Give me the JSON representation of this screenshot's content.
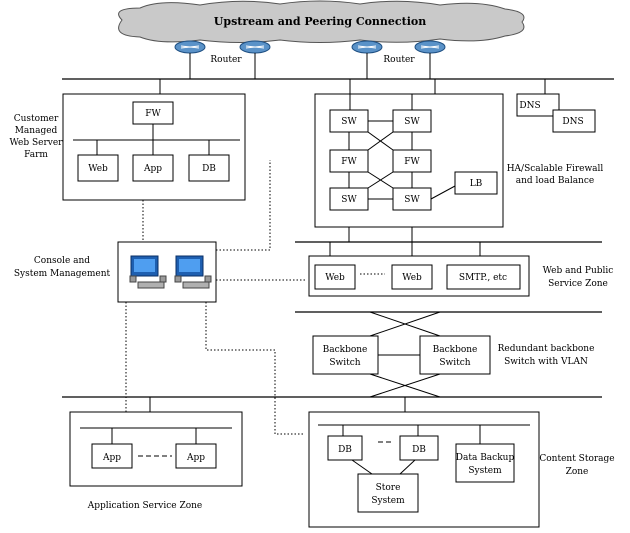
{
  "cloud": {
    "label": "Upstream and Peering Connection"
  },
  "routers": {
    "left_label": "Router",
    "right_label": "Router"
  },
  "customer_farm": {
    "label": [
      "Customer",
      "Managed",
      "Web Server",
      "Farm"
    ],
    "fw": "FW",
    "web": "Web",
    "app": "App",
    "db": "DB"
  },
  "dns": {
    "a": "DNS",
    "b": "DNS"
  },
  "firewall_zone": {
    "label": [
      "HA/Scalable Firewall",
      "and load Balance"
    ],
    "sw_top_left": "SW",
    "sw_top_right": "SW",
    "fw_left": "FW",
    "fw_right": "FW",
    "sw_bottom_left": "SW",
    "sw_bottom_right": "SW",
    "lb": "LB"
  },
  "console": {
    "label": [
      "Console and",
      "System Management"
    ]
  },
  "web_zone": {
    "label": [
      "Web and Public",
      "Service Zone"
    ],
    "web1": "Web",
    "web2": "Web",
    "smtp": "SMTP.,  etc"
  },
  "backbone": {
    "label": [
      "Redundant backbone",
      "Switch with VLAN"
    ],
    "left": [
      "Backbone",
      "Switch"
    ],
    "right": [
      "Backbone",
      "Switch"
    ]
  },
  "app_zone": {
    "label": "Application Service Zone",
    "app1": "App",
    "app2": "App"
  },
  "storage_zone": {
    "label": [
      "Content Storage",
      "Zone"
    ],
    "db1": "DB",
    "db2": "DB",
    "backup": [
      "Data Backup",
      "System"
    ],
    "store": [
      "Store",
      "System"
    ]
  }
}
